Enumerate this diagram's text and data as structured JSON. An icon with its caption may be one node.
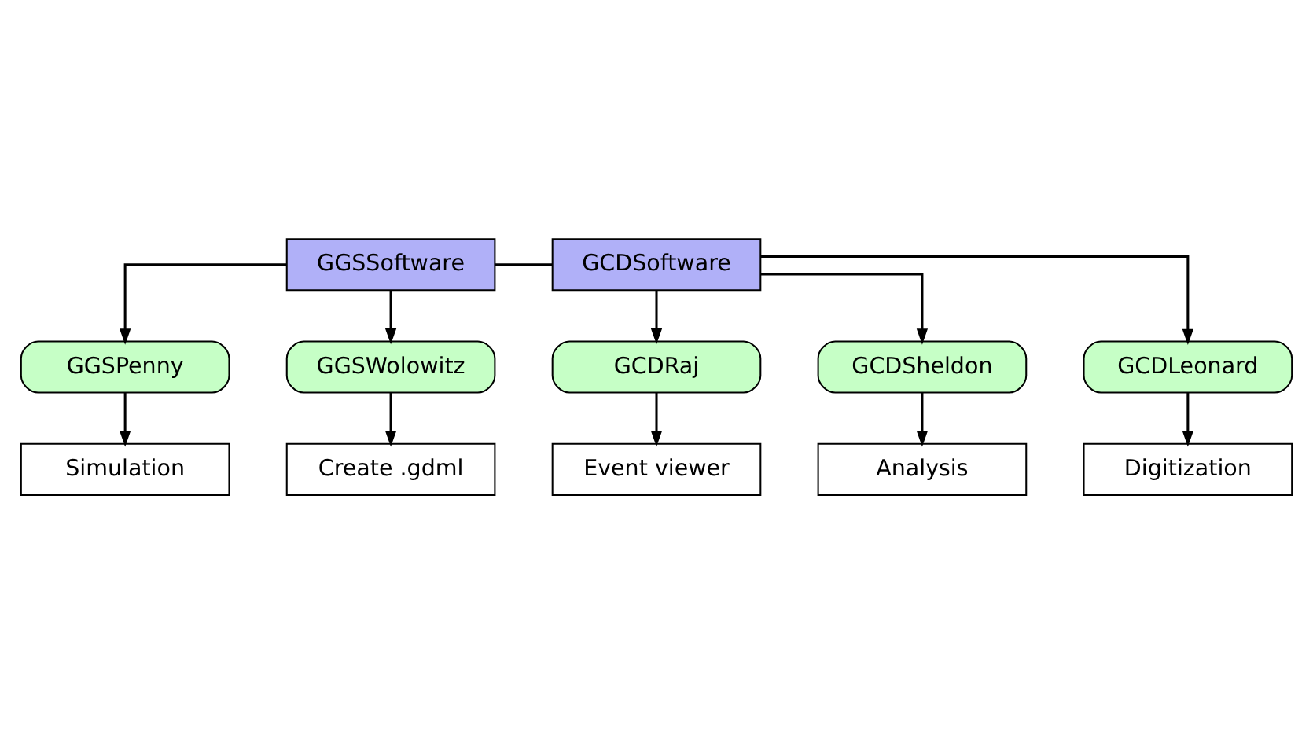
{
  "diagram": {
    "nodes": [
      {
        "text": [
          "GGSSoftware"
        ]
      },
      {
        "text": [
          "GCDSoftware"
        ]
      },
      {
        "text": [
          "GGSPenny"
        ]
      },
      {
        "text": [
          "GGSWolowitz"
        ]
      },
      {
        "text": [
          "Simulation"
        ]
      },
      {
        "text": [
          "Create .gdml"
        ]
      },
      {
        "text": [
          "GCDRaj"
        ]
      },
      {
        "text": [
          "GCDSheldon"
        ]
      },
      {
        "text": [
          "GCDLeonard"
        ]
      },
      {
        "text": [
          "Event viewer"
        ]
      },
      {
        "text": [
          "Analysis"
        ]
      },
      {
        "text": [
          "Digitization"
        ]
      }
    ],
    "edges": [
      {
        "from": 0,
        "to": 1,
        "arrow": "none"
      },
      {
        "from": 0,
        "to": 2,
        "arrow": "to"
      },
      {
        "from": 0,
        "to": 3,
        "arrow": "to"
      },
      {
        "from": 2,
        "to": 4,
        "arrow": "to"
      },
      {
        "from": 3,
        "to": 5,
        "arrow": "to"
      },
      {
        "from": 1,
        "to": 6,
        "arrow": "to"
      },
      {
        "from": 1,
        "to": 7,
        "arrow": "to"
      },
      {
        "from": 1,
        "to": 8,
        "arrow": "to"
      },
      {
        "from": 6,
        "to": 9,
        "arrow": "to"
      },
      {
        "from": 7,
        "to": 10,
        "arrow": "to"
      },
      {
        "from": 8,
        "to": 11,
        "arrow": "to"
      }
    ]
  }
}
